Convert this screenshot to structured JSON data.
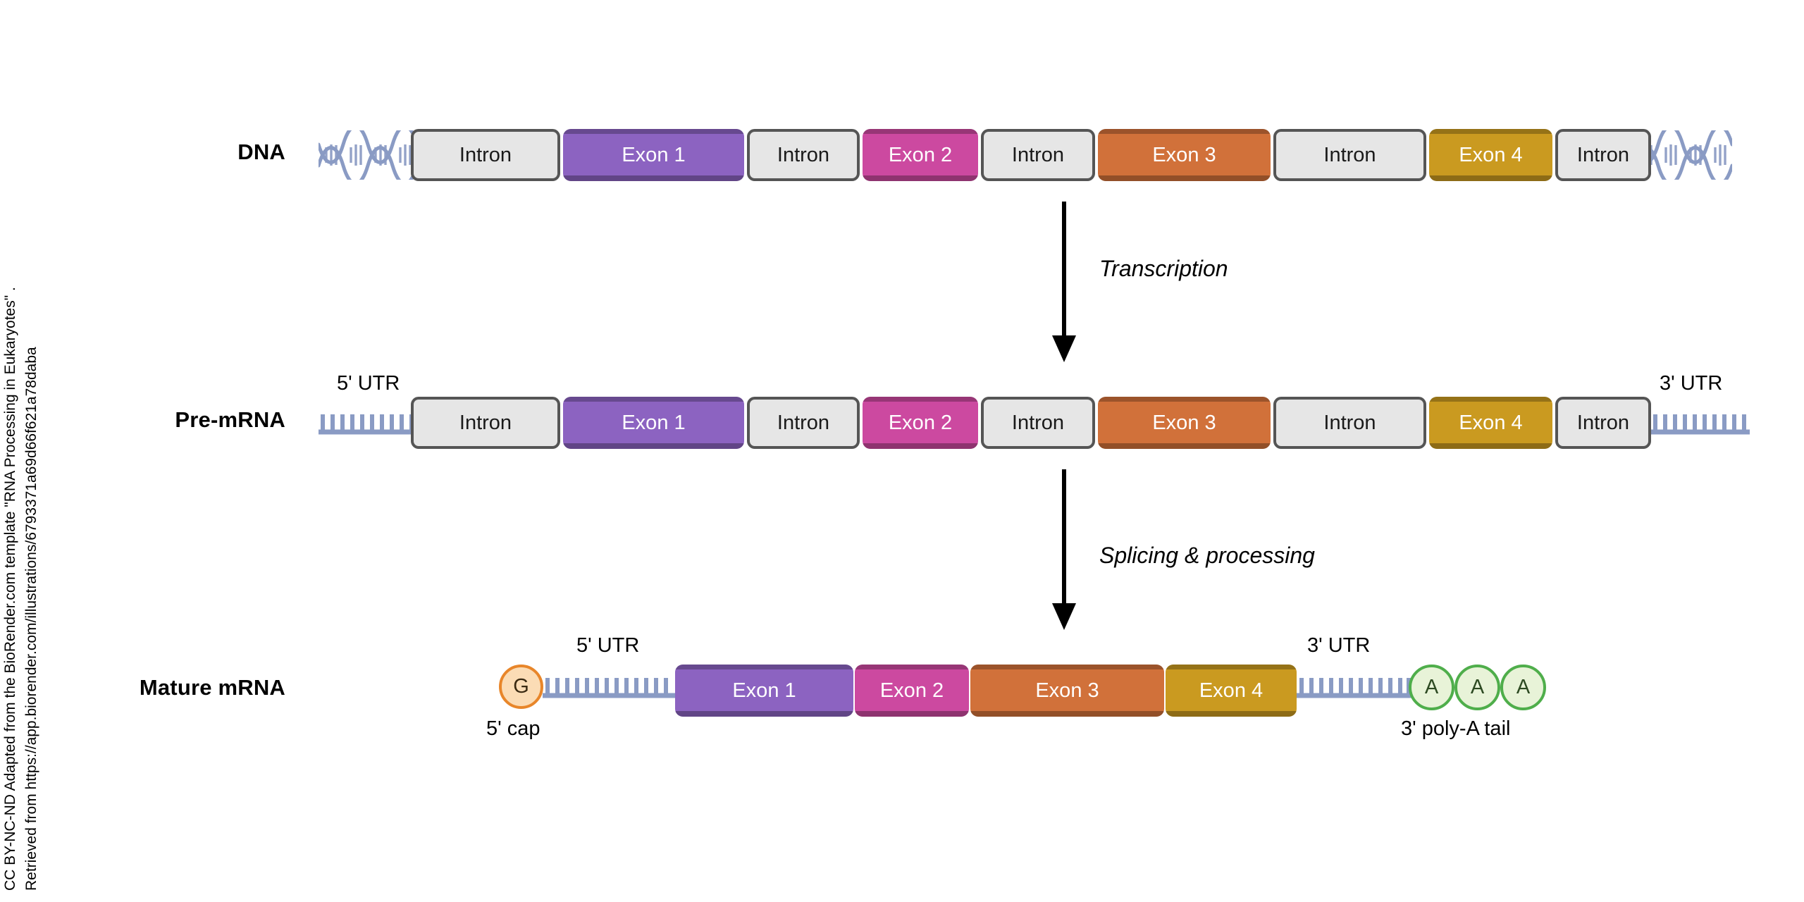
{
  "attribution": {
    "line1": "CC BY-NC-ND Adapted from the BioRender.com template \"RNA Processing in Eukaryotes\" .",
    "line2": "Retrieved from https://app.biorender.com/illustrations/6793371a69d66f621a78daba"
  },
  "colors": {
    "exon1": "#8C63C1",
    "exon2": "#CC49A0",
    "exon3": "#D1713A",
    "exon4": "#CA9A20",
    "intron_fill": "#E6E6E6",
    "intron_stroke": "#555555",
    "rna_strand": "#8A9BC4",
    "dna_helix": "#8A9BC4",
    "cap_fill": "#FBDCB5",
    "cap_stroke": "#E8862A",
    "polya_fill": "#E8F3D8",
    "polya_stroke": "#4FAE4B",
    "arrow": "#000000"
  },
  "rows": [
    {
      "id": "dna",
      "label": "DNA",
      "left_end": "dna-helix",
      "right_end": "dna-helix",
      "segments": [
        {
          "kind": "intron",
          "label": "Intron"
        },
        {
          "kind": "exon",
          "label": "Exon 1",
          "color": "#8C63C1"
        },
        {
          "kind": "intron",
          "label": "Intron"
        },
        {
          "kind": "exon",
          "label": "Exon 2",
          "color": "#CC49A0"
        },
        {
          "kind": "intron",
          "label": "Intron"
        },
        {
          "kind": "exon",
          "label": "Exon 3",
          "color": "#D1713A"
        },
        {
          "kind": "intron",
          "label": "Intron"
        },
        {
          "kind": "exon",
          "label": "Exon 4",
          "color": "#CA9A20"
        },
        {
          "kind": "intron",
          "label": "Intron"
        }
      ]
    },
    {
      "id": "pre-mrna",
      "label": "Pre-mRNA",
      "left_end": "rna-strand",
      "right_end": "rna-strand",
      "utr_left": "5' UTR",
      "utr_right": "3' UTR",
      "segments": [
        {
          "kind": "intron",
          "label": "Intron"
        },
        {
          "kind": "exon",
          "label": "Exon 1",
          "color": "#8C63C1"
        },
        {
          "kind": "intron",
          "label": "Intron"
        },
        {
          "kind": "exon",
          "label": "Exon 2",
          "color": "#CC49A0"
        },
        {
          "kind": "intron",
          "label": "Intron"
        },
        {
          "kind": "exon",
          "label": "Exon 3",
          "color": "#D1713A"
        },
        {
          "kind": "intron",
          "label": "Intron"
        },
        {
          "kind": "exon",
          "label": "Exon 4",
          "color": "#CA9A20"
        },
        {
          "kind": "intron",
          "label": "Intron"
        }
      ]
    },
    {
      "id": "mature-mrna",
      "label": "Mature mRNA",
      "utr_left": "5' UTR",
      "utr_right": "3' UTR",
      "cap": {
        "letter": "G",
        "caption": "5' cap"
      },
      "polya": {
        "letters": [
          "A",
          "A",
          "A"
        ],
        "caption": "3' poly-A tail"
      },
      "segments": [
        {
          "kind": "exon",
          "label": "Exon 1",
          "color": "#8C63C1"
        },
        {
          "kind": "exon",
          "label": "Exon 2",
          "color": "#CC49A0"
        },
        {
          "kind": "exon",
          "label": "Exon 3",
          "color": "#D1713A"
        },
        {
          "kind": "exon",
          "label": "Exon 4",
          "color": "#CA9A20"
        }
      ]
    }
  ],
  "arrows": [
    {
      "id": "transcription",
      "label": "Transcription"
    },
    {
      "id": "splicing",
      "label": "Splicing & processing"
    }
  ]
}
